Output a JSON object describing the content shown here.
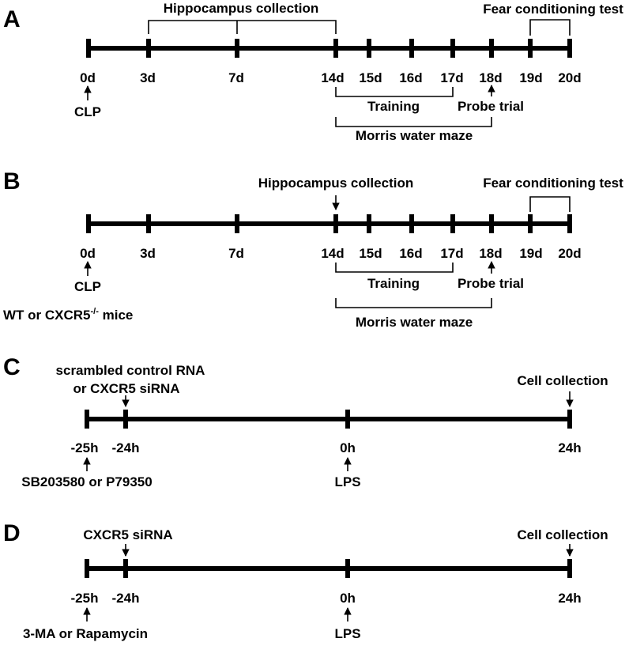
{
  "panels": {
    "A": {
      "letter": "A",
      "ticks": [
        "0d",
        "3d",
        "7d",
        "14d",
        "15d",
        "16d",
        "17d",
        "18d",
        "19d",
        "20d"
      ],
      "hippocampus": "Hippocampus collection",
      "fear": "Fear conditioning test",
      "clp": "CLP",
      "training": "Training",
      "probe": "Probe trial",
      "morris": "Morris water maze"
    },
    "B": {
      "letter": "B",
      "ticks": [
        "0d",
        "3d",
        "7d",
        "14d",
        "15d",
        "16d",
        "17d",
        "18d",
        "19d",
        "20d"
      ],
      "hippocampus": "Hippocampus collection",
      "fear": "Fear conditioning test",
      "clp": "CLP",
      "mice_prefix": "WT or CXCR5",
      "mice_sup": "-/-",
      "mice_suffix": " mice",
      "training": "Training",
      "probe": "Probe trial",
      "morris": "Morris water maze"
    },
    "C": {
      "letter": "C",
      "ticks": [
        "-25h",
        "-24h",
        "0h",
        "24h"
      ],
      "scrambled": "scrambled control RNA",
      "or_sirna": "or CXCR5 siRNA",
      "cell": "Cell collection",
      "inhibitor": "SB203580 or P79350",
      "lps": "LPS"
    },
    "D": {
      "letter": "D",
      "ticks": [
        "-25h",
        "-24h",
        "0h",
        "24h"
      ],
      "sirna": "CXCR5 siRNA",
      "cell": "Cell collection",
      "inhibitor": "3-MA or Rapamycin",
      "lps": "LPS"
    }
  }
}
